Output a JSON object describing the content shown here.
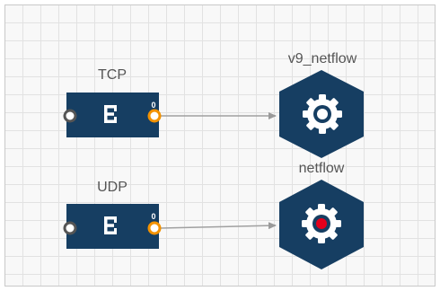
{
  "diagram": {
    "sources": [
      {
        "label": "TCP",
        "port_count": "0",
        "icon": "stream-source-icon"
      },
      {
        "label": "UDP",
        "port_count": "0",
        "icon": "stream-source-icon"
      }
    ],
    "processors": [
      {
        "label": "v9_netflow",
        "icon": "gear-icon",
        "status": "normal"
      },
      {
        "label": "netflow",
        "icon": "gear-icon",
        "status": "error"
      }
    ],
    "colors": {
      "node_fill": "#163e62",
      "output_port": "#f39200",
      "input_port": "#555555",
      "connector": "#a0a0a0",
      "error_indicator": "#e3001b"
    }
  }
}
